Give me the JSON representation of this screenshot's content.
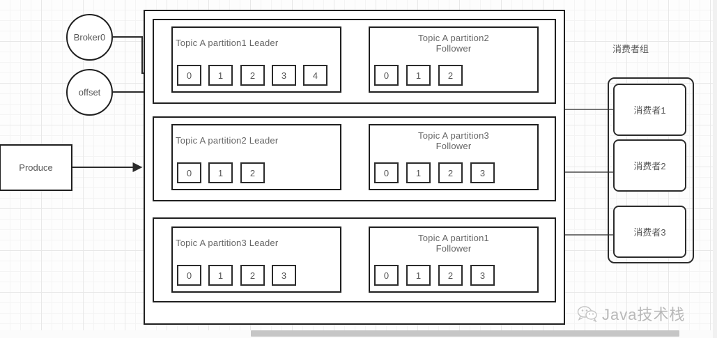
{
  "diagram": {
    "title": "Kafka Topic A partitions / broker / consumer group",
    "colors": {
      "stroke": "#1f1f1f",
      "text": "#555555",
      "grid_major": "#e8e8e8",
      "grid_minor": "#f4f4f4",
      "background": "#fdfdfd",
      "watermark": "#b9b9b9"
    }
  },
  "producer": {
    "label": "Produce"
  },
  "circles": [
    {
      "id": "broker0",
      "label": "Broker0"
    },
    {
      "id": "offset",
      "label": "offset"
    }
  ],
  "broker": {
    "rows": [
      {
        "id": "row-1",
        "leader": {
          "label": "Topic A partition1 Leader",
          "cells": [
            "0",
            "1",
            "2",
            "3",
            "4"
          ]
        },
        "follower": {
          "label": "Topic A partition2\nFollower",
          "cells": [
            "0",
            "1",
            "2"
          ]
        }
      },
      {
        "id": "row-2",
        "leader": {
          "label": "Topic A partition2 Leader",
          "cells": [
            "0",
            "1",
            "2"
          ]
        },
        "follower": {
          "label": "Topic A partition3\nFollower",
          "cells": [
            "0",
            "1",
            "2",
            "3"
          ]
        }
      },
      {
        "id": "row-3",
        "leader": {
          "label": "Topic A partition3 Leader",
          "cells": [
            "0",
            "1",
            "2",
            "3"
          ]
        },
        "follower": {
          "label": "Topic A partition1\nFollower",
          "cells": [
            "0",
            "1",
            "2",
            "3"
          ]
        }
      }
    ]
  },
  "consumer_group": {
    "title": "消费者组",
    "consumers": [
      {
        "label": "消费者1"
      },
      {
        "label": "消费者2"
      },
      {
        "label": "消费者3"
      }
    ]
  },
  "watermark": {
    "text": "Java技术栈",
    "icon": "wechat-icon"
  },
  "scrollbar": {
    "orientation": "horizontal"
  }
}
